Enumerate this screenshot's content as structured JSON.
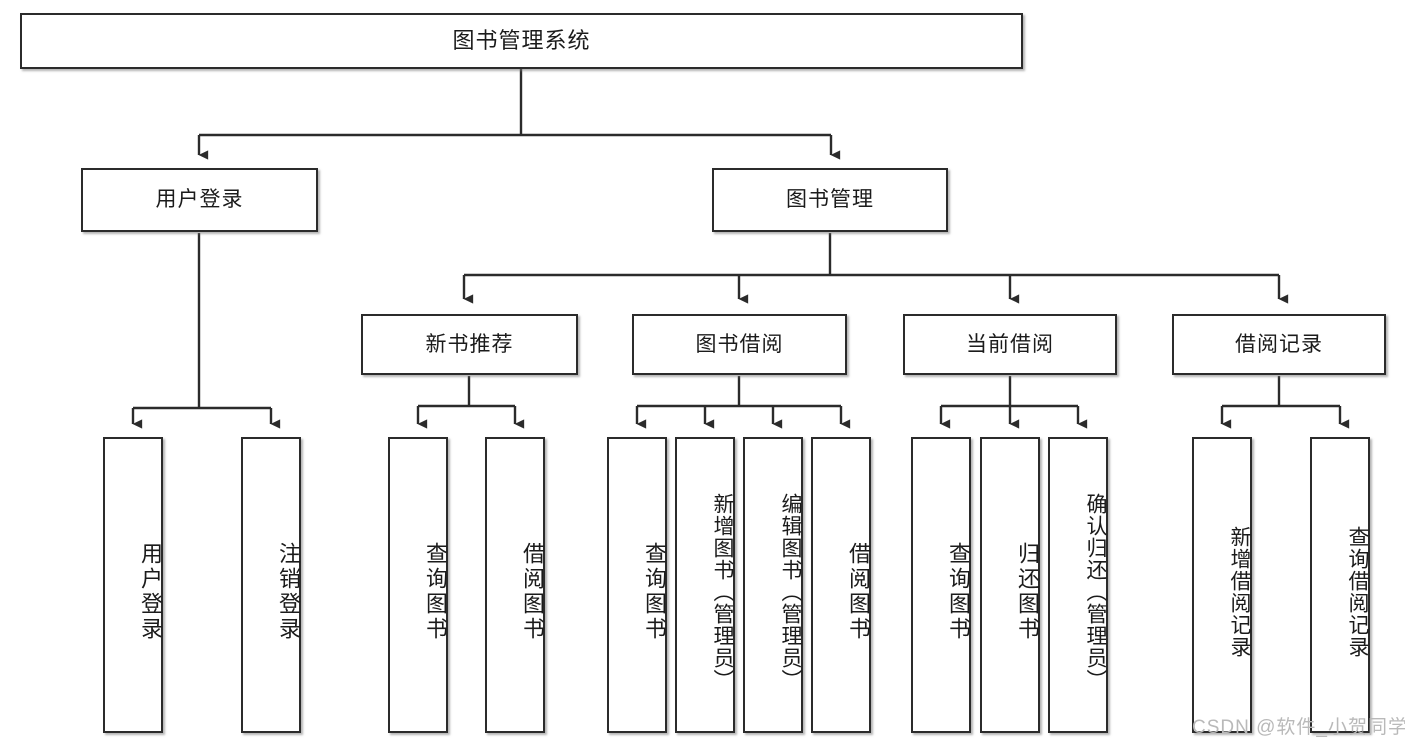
{
  "diagram": {
    "title": "图书管理系统",
    "type": "tree",
    "root": {
      "label": "图书管理系统"
    },
    "level1": [
      {
        "label": "用户登录"
      },
      {
        "label": "图书管理"
      }
    ],
    "level2": [
      {
        "label": "新书推荐"
      },
      {
        "label": "图书借阅"
      },
      {
        "label": "当前借阅"
      },
      {
        "label": "借阅记录"
      }
    ],
    "leaves": [
      {
        "label": "用户登录"
      },
      {
        "label": "注销登录"
      },
      {
        "label": "查询图书"
      },
      {
        "label": "借阅图书"
      },
      {
        "label": "查询图书"
      },
      {
        "label": "新增图书（管理员）"
      },
      {
        "label": "编辑图书（管理员）"
      },
      {
        "label": "借阅图书"
      },
      {
        "label": "查询图书"
      },
      {
        "label": "归还图书"
      },
      {
        "label": "确认归还（管理员）"
      },
      {
        "label": "新增借阅记录"
      },
      {
        "label": "查询借阅记录"
      }
    ],
    "colors": {
      "stroke": "#2b2b2b",
      "fill": "#ffffff",
      "text": "#1b1b1b",
      "watermark": "#b9b9b9"
    }
  },
  "watermark": {
    "text": "CSDN @软件_小贺同学"
  }
}
